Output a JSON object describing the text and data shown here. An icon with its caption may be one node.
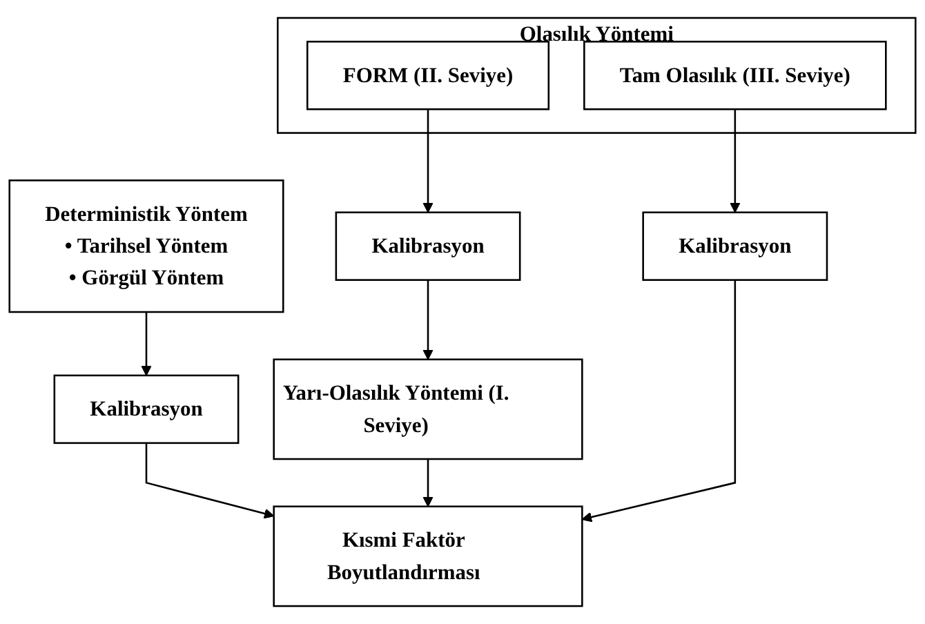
{
  "diagram": {
    "nodes": [
      {
        "text": [
          "Deterministik Yöntem",
          "• Tarihsel Yöntem",
          "• Görgül Yöntem"
        ]
      },
      {
        "text": [
          "Olasılık Yöntemi"
        ]
      },
      {
        "text": [
          "FORM (II. Seviye)"
        ],
        "in": 1
      },
      {
        "text": [
          "Tam Olasılık (III. Seviye)"
        ],
        "in": 1
      },
      {
        "text": [
          "Kalibrasyon"
        ]
      },
      {
        "text": [
          "Kalibrasyon"
        ]
      },
      {
        "text": [
          "Kalibrasyon"
        ]
      },
      {
        "text": [
          "Yarı-Olasılık Yöntemi (I. Seviye)"
        ]
      },
      {
        "text": [
          "Kısmi Faktör Boyutlandırması"
        ]
      }
    ],
    "edges": [
      {
        "from": 0,
        "to": 4,
        "arrow": "to"
      },
      {
        "from": 2,
        "to": 5,
        "arrow": "to"
      },
      {
        "from": 3,
        "to": 6,
        "arrow": "to"
      },
      {
        "from": 5,
        "to": 7,
        "arrow": "to"
      },
      {
        "from": 4,
        "to": 8,
        "arrow": "to"
      },
      {
        "from": 7,
        "to": 8,
        "arrow": "to"
      },
      {
        "from": 6,
        "to": 8,
        "arrow": "to"
      }
    ]
  }
}
